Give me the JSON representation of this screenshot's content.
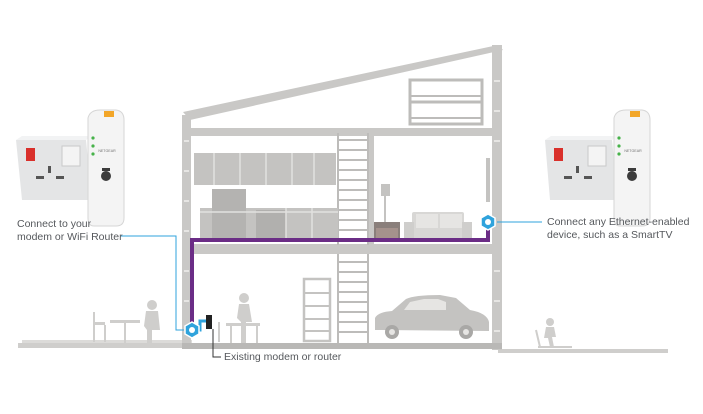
{
  "callouts": {
    "left_line1": "Connect to your",
    "left_line2": "modem or WiFi Router",
    "right_line1": "Connect any Ethernet-enabled",
    "right_line2": "device, such as a SmartTV",
    "bottom": "Existing modem or router"
  },
  "branding": {
    "adapter_logo": "NETGEAR"
  },
  "colors": {
    "building": "#c9c8c6",
    "building_dark": "#a9a8a6",
    "power_line": "#6b2d86",
    "ethernet": "#2fa3dc",
    "callout_line": "#2fa3dc",
    "text": "#55585c"
  }
}
